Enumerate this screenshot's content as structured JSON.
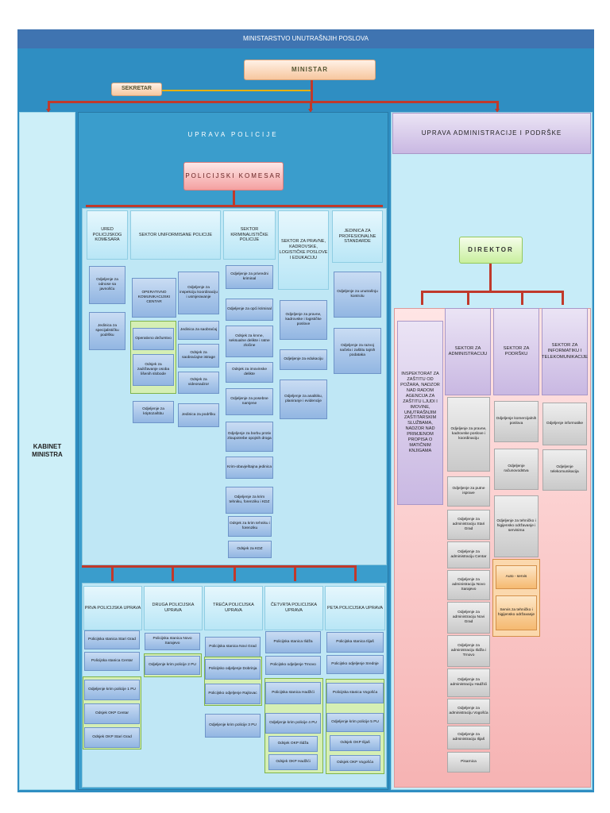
{
  "ministry_title": "MINISTARSTVO UNUTRAŠNJIH POSLOVA",
  "minister": "MINISTAR",
  "secretary": "SEKRETAR",
  "cabinet": "KABINET MINISTRA",
  "police_directorate": "UPRAVA POLICIJE",
  "admin_directorate": "UPRAVA ADMINISTRACIJE I PODRŠKE",
  "police_commissioner": "POLICIJSKI KOMESAR",
  "director": "DIREKTOR",
  "police_sectors": [
    {
      "title": "URED POLICIJSKOG KOMESARA",
      "units": [
        "Odjeljenje za odnose sa javnošću",
        "Jedinica za specijalističku podršku"
      ]
    },
    {
      "title": "SEKTOR UNIFORMISANE POLICIJE",
      "left_title": "OPERATIVNO KOMUNIKACIJSKI CENTAR",
      "left_units": [
        "Operativno dežurstvo",
        "Odsjek za zadržavanje osoba lišenih slobode"
      ],
      "left_bottom": "Odjeljenje za kriptozaštitu",
      "right_units": [
        "Odjeljenje za inspekciju koordinaciju i usmjeravanje",
        "Jedinica za saobraćaj",
        "Odsjek za saobraćajne istrage",
        "Odsjek za videonadzor",
        "Jedinica za podršku"
      ]
    },
    {
      "title": "SEKTOR KRIMINALISTIČKE POLICIJE",
      "units": [
        "Odjeljenje za privredni kriminal",
        "Odjeljenje za opći kriminal",
        "Odsjek za krvne, seksualne delikte i ratne zločine",
        "Odsjek za imovinske delikte",
        "Odjeljenje za posebne namjene",
        "Odjeljenje za borbu protiv zloupotrebe opojnih droga",
        "Krim-obavještajna jedinica",
        "Odjeljenje za krim tehniku, forenziku i KDZ",
        "Odsjek za krim tehniku i forenziku",
        "Odsjek za KDZ"
      ]
    },
    {
      "title": "SEKTOR ZA PRAVNE, KADROVSKE, LOGISTIČKE POSLOVE I EDUKACIJU",
      "units": [
        "Odjeljenje za pravne, kadrovske i logističke poslove",
        "Odjeljenje za edukaciju",
        "Odjeljenje za analitiku, planiranje i evidencije"
      ]
    },
    {
      "title": "JEDINICA ZA PROFESIONALNE STANDARDE",
      "units": [
        "Odjeljenje za unutrašnju kontrolu",
        "Odjeljenje za razvoj načela i zaštitu tajnih podataka"
      ]
    }
  ],
  "police_admins": [
    {
      "title": "PRVA POLICIJSKA UPRAVA",
      "units": [
        "Policijska stanica Stari Grad",
        "Policijska stanica Centar"
      ],
      "green": [
        "Odjeljenje krim policije 1 PU",
        "Odsjek OKP Centar",
        "Odsjek OKP Stari Grad"
      ]
    },
    {
      "title": "DRUGA POLICIJSKA UPRAVA",
      "units": [
        "Policijska stanica Novo Sarajevo"
      ],
      "green": [
        "Odjeljenje krim policije 2 PU"
      ]
    },
    {
      "title": "TREĆA POLICIJSKA UPRAVA",
      "units": [
        "Policijska stanica Novi Grad"
      ],
      "green": [
        "Policijsko odjeljenje Dobrinja",
        "Policijsko odjeljenje Rajlovac",
        "Odjeljenje krim policije 3 PU"
      ]
    },
    {
      "title": "ČETVRTA POLICIJSKA UPRAVA",
      "units": [
        "Policijska stanica Ilidža",
        "Policijsko odjeljenje Trnovo"
      ],
      "green": [
        "Policijska stanica Hadžići",
        "Odjeljenje krim policije 4 PU",
        "Odsjek OKP Ilidža",
        "Odsjek OKP Hadžići"
      ]
    },
    {
      "title": "PETA POLICIJSKA UPRAVA",
      "units": [
        "Policijska stanica Ilijaš",
        "Policijsko odjeljenje Srednje"
      ],
      "green": [
        "Policijska stanica Vogošća",
        "Odjeljenje krim policije 5 PU",
        "Odsjek OKP Ilijaš",
        "Odsjek OKP Vogošća"
      ]
    }
  ],
  "inspectorate": "INSPEKTORAT ZA ZAŠTITU OD POŽARA, NADZOR NAD RADOM AGENCIJA ZA ZAŠTITU LJUDI I IMOVINE, UNUTRAŠNJIM ZAŠTITARSKIM SLUŽBAMA, NADZOR NAD PRIMJENOM PROPISA O MATIČNIM KNJIGAMA",
  "admin_sectors": [
    {
      "title": "SEKTOR ZA ADMINISTRACIJU",
      "units": [
        "Odjeljenje za pravne, kadrovske poslove i koordinaciju",
        "Odjeljenje za putne isprave",
        "Odjeljenje za administraciju Stari Grad",
        "Odjeljenje za administraciju Centar",
        "Odjeljenje za administraciju Novo Sarajevo",
        "Odjeljenje za administraciju Novi Grad",
        "Odjeljenje za administraciju Ilidža i Trnovo",
        "Odjeljenje za administraciju Hadžići",
        "Odjeljenje za administraciju Vogošća",
        "Odjeljenje za administraciju Ilijaš",
        "Pisarnica"
      ]
    },
    {
      "title": "SEKTOR ZA PODRŠKU",
      "units": [
        "Odjeljenje komercijalnih poslova",
        "Odjeljenje računovodstva",
        "Odjeljenje za tehničko i higijensko održavanje i servisima",
        "Auto - servis",
        "Servis za tehničko i higijensko održavanje"
      ]
    },
    {
      "title": "SEKTOR ZA INFORMATIKU I TELEKOMUNIKACIJE",
      "units": [
        "Odjeljenje informatike",
        "Odjeljenje telekomunikacija"
      ]
    }
  ]
}
